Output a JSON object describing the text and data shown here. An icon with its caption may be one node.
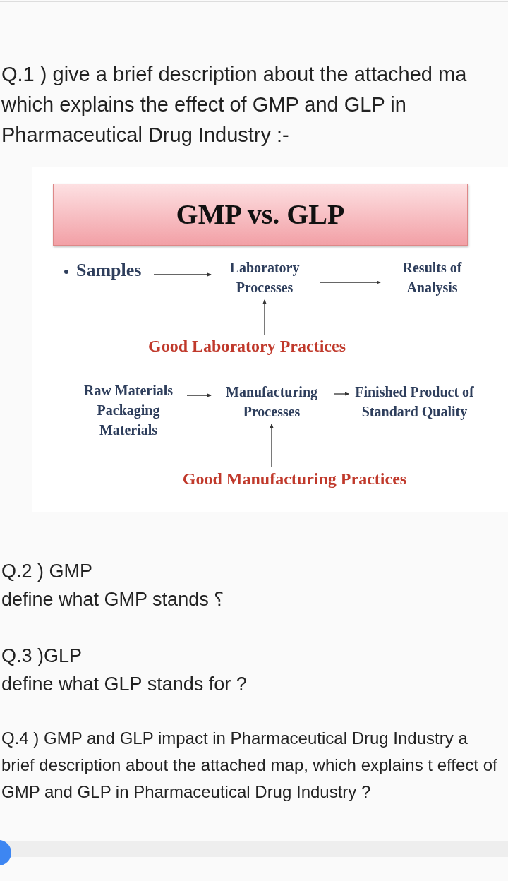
{
  "diagram": {
    "nodes": [
      {
        "text": [
          "GMP vs. GLP"
        ]
      },
      {
        "text": [
          "Samples"
        ]
      },
      {
        "text": [
          "Laboratory Processes"
        ]
      },
      {
        "text": [
          "Results of Analysis"
        ]
      },
      {
        "text": [
          "Good Laboratory Practices"
        ]
      },
      {
        "text": [
          "Raw Materials Packaging Materials"
        ]
      },
      {
        "text": [
          "Manufacturing Processes"
        ]
      },
      {
        "text": [
          "Finished Product of Standard Quality"
        ]
      },
      {
        "text": [
          "Good Manufacturing Practices"
        ]
      }
    ],
    "edges": [
      {
        "from": 1,
        "to": 2,
        "arrow": "to"
      },
      {
        "from": 2,
        "to": 3,
        "arrow": "to"
      },
      {
        "from": 4,
        "to": 2,
        "arrow": "to"
      },
      {
        "from": 5,
        "to": 6,
        "arrow": "to"
      },
      {
        "from": 6,
        "to": 7,
        "arrow": "to"
      },
      {
        "from": 8,
        "to": 6,
        "arrow": "to"
      }
    ],
    "labels": [
      "Q.1 ) give a brief description about the attached ma which explains the effect of GMP and GLP in Pharmaceutical Drug Industry :-",
      "Q.2 ) GMP",
      "define what GMP stands ؟",
      "Q.3 )GLP",
      "define what GLP stands for ?",
      "Q.4 ) GMP and GLP impact in Pharmaceutical Drug Industry a brief description about the attached map, which explains t effect of GMP and GLP in Pharmaceutical Drug Industry ?"
    ]
  }
}
